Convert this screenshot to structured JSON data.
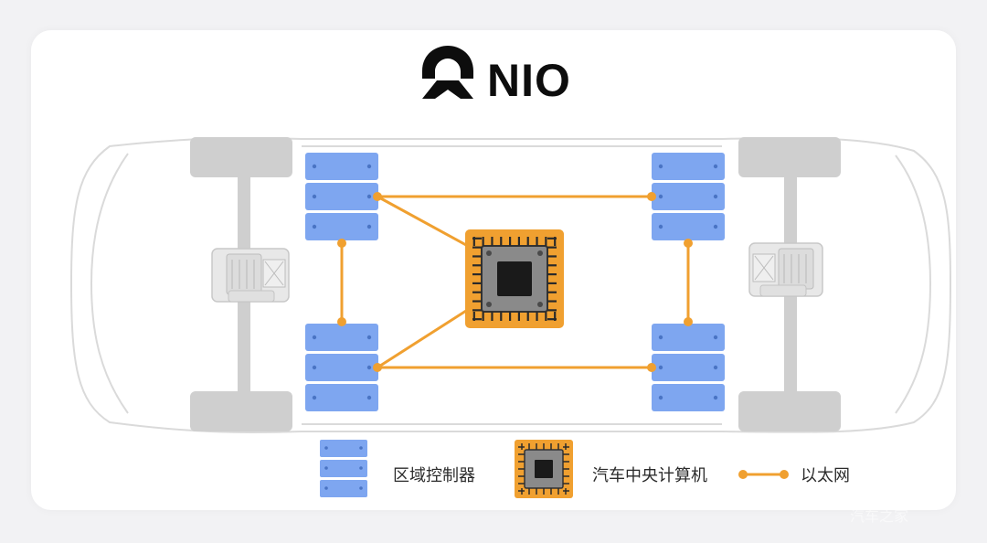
{
  "brand": {
    "name": "NIO"
  },
  "legend": {
    "zone_controller": "区域控制器",
    "central_computer": "汽车中央计算机",
    "ethernet": "以太网"
  },
  "watermark": "汽车之家",
  "colors": {
    "zone_block": "#7ea6f0",
    "zone_block_dark": "#5a85d6",
    "ethernet_line": "#f0a030",
    "chip_border": "#f0a030",
    "chip_body": "#7b7b7b",
    "car_outline": "#d9d9d9",
    "axle": "#cfcfcf",
    "wheel": "#cfcfcf"
  }
}
